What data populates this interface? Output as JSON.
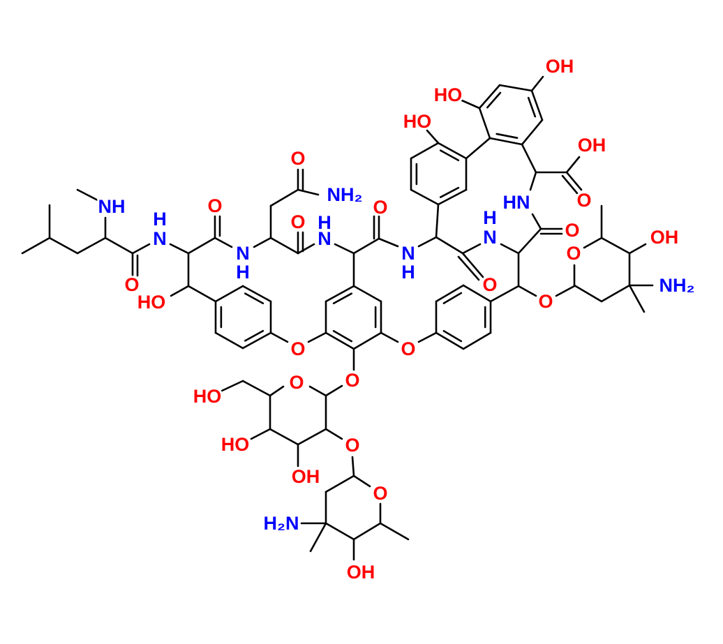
{
  "colors": {
    "oxygen": "#ff0000",
    "nitrogen": "#0000ff",
    "bond": "#000000",
    "background": "#ffffff"
  },
  "atoms": [
    {
      "text": "NH",
      "element": "N"
    },
    {
      "text": "H",
      "element": "N"
    },
    {
      "text": "N",
      "element": "N"
    },
    {
      "text": "O",
      "element": "O"
    },
    {
      "text": "HO",
      "element": "O"
    },
    {
      "text": "O",
      "element": "O"
    },
    {
      "text": "N",
      "element": "N"
    },
    {
      "text": "H",
      "element": "N"
    },
    {
      "text": "O",
      "element": "O"
    },
    {
      "text": "NH₂",
      "element": "N"
    },
    {
      "text": "O",
      "element": "O"
    },
    {
      "text": "H",
      "element": "N"
    },
    {
      "text": "N",
      "element": "N"
    },
    {
      "text": "O",
      "element": "O"
    },
    {
      "text": "N",
      "element": "N"
    },
    {
      "text": "H",
      "element": "N"
    },
    {
      "text": "O",
      "element": "O"
    },
    {
      "text": "H",
      "element": "N"
    },
    {
      "text": "N",
      "element": "N"
    },
    {
      "text": "HN",
      "element": "N"
    },
    {
      "text": "O",
      "element": "O"
    },
    {
      "text": "O",
      "element": "O"
    },
    {
      "text": "OH",
      "element": "O"
    },
    {
      "text": "OH",
      "element": "O"
    },
    {
      "text": "HO",
      "element": "O"
    },
    {
      "text": "HO",
      "element": "O"
    },
    {
      "text": "O",
      "element": "O"
    },
    {
      "text": "OH",
      "element": "O"
    },
    {
      "text": "NH₂",
      "element": "N"
    },
    {
      "text": "O",
      "element": "O"
    },
    {
      "text": "O",
      "element": "O"
    },
    {
      "text": "O",
      "element": "O"
    },
    {
      "text": "O",
      "element": "O"
    },
    {
      "text": "O",
      "element": "O"
    },
    {
      "text": "HO",
      "element": "O"
    },
    {
      "text": "HO",
      "element": "O"
    },
    {
      "text": "OH",
      "element": "O"
    },
    {
      "text": "O",
      "element": "O"
    },
    {
      "text": "O",
      "element": "O"
    },
    {
      "text": "H₂N",
      "element": "N"
    },
    {
      "text": "OH",
      "element": "O"
    }
  ]
}
